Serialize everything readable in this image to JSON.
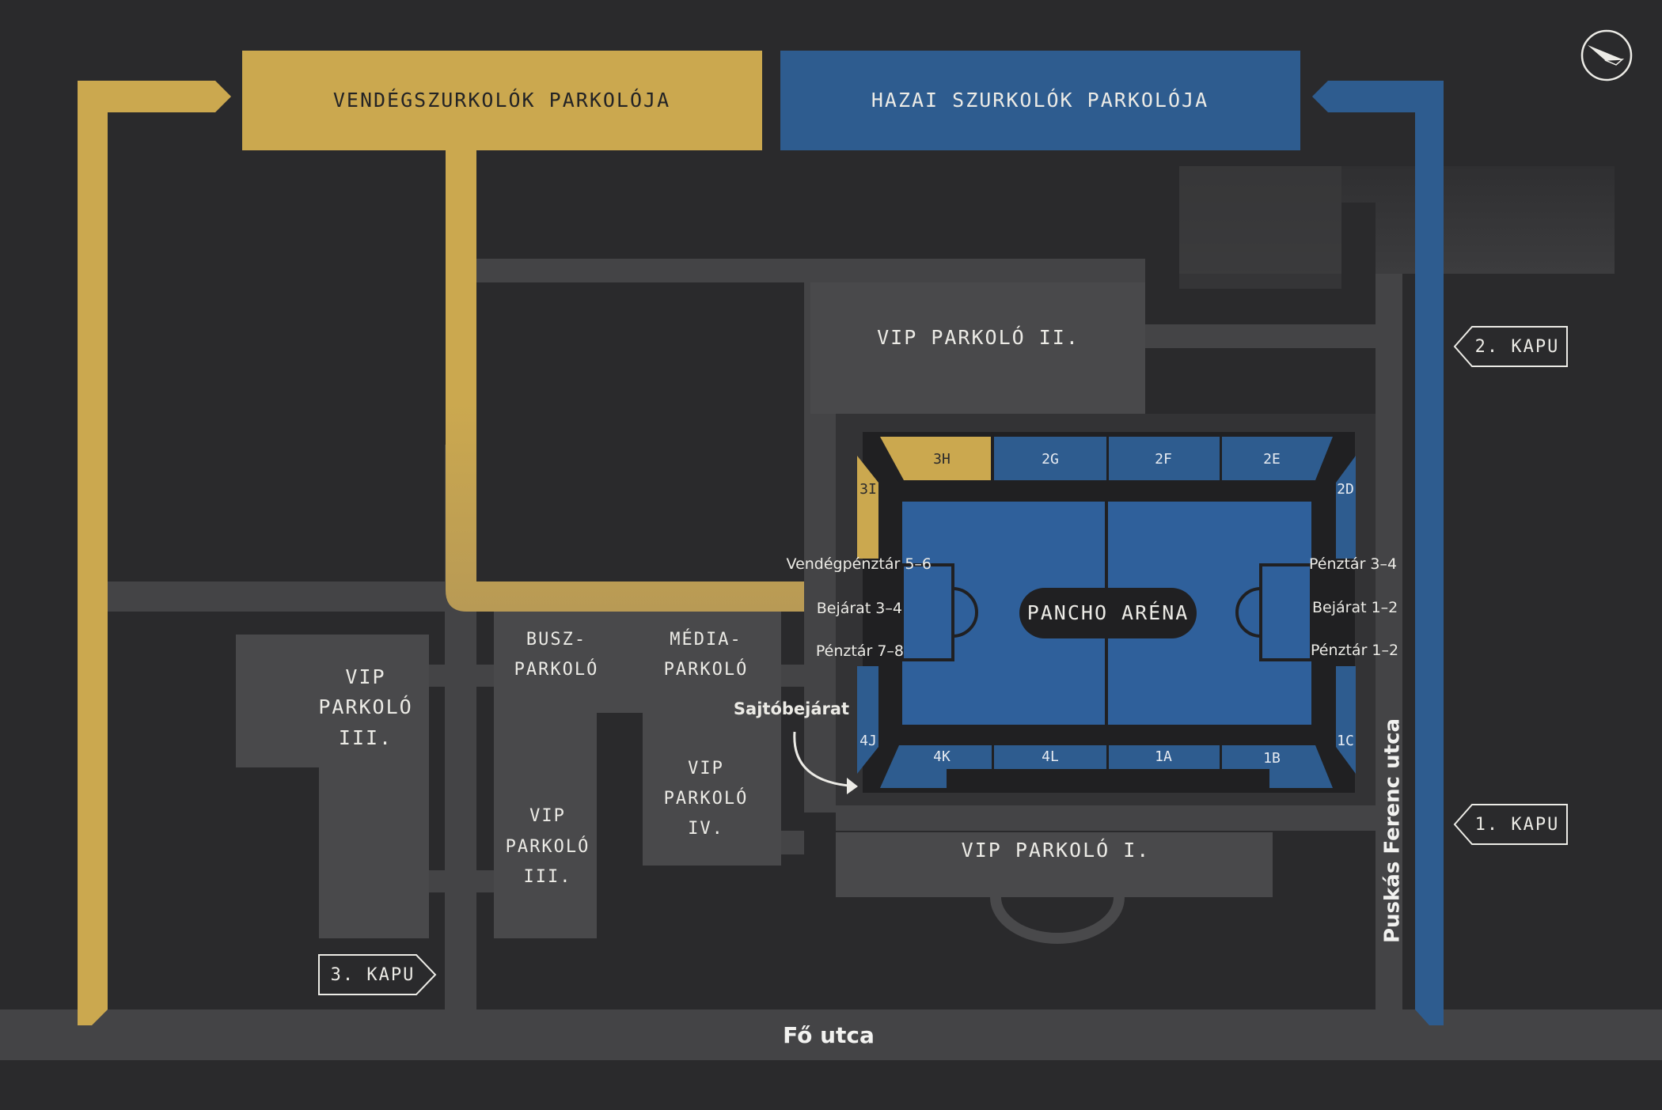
{
  "colors": {
    "background": "#2a2a2c",
    "road": "#444446",
    "lot": "#49494b",
    "away": "#cba84f",
    "home": "#2e5c8f",
    "pitch": "#2f609b",
    "text": "#ecebe6"
  },
  "icons": {
    "compass": "compass-icon",
    "arrow": "curved-arrow-icon"
  },
  "parking": {
    "away": "VENDÉGSZURKOLÓK PARKOLÓJA",
    "home": "HAZAI SZURKOLÓK PARKOLÓJA",
    "vip1": "VIP PARKOLÓ I.",
    "vip2": "VIP PARKOLÓ II.",
    "vip3_left": [
      "VIP",
      "PARKOLÓ",
      "III."
    ],
    "vip3_mid": [
      "VIP",
      "PARKOLÓ",
      "III."
    ],
    "vip4": [
      "VIP",
      "PARKOLÓ",
      "IV."
    ],
    "bus": [
      "BUSZ-",
      "PARKOLÓ"
    ],
    "media": [
      "MÉDIA-",
      "PARKOLÓ"
    ]
  },
  "gates": {
    "gate1": "1. KAPU",
    "gate2": "2. KAPU",
    "gate3": "3. KAPU"
  },
  "streets": {
    "main": "Fő utca",
    "side": "Puskás Ferenc utca"
  },
  "stadium": {
    "name": "PANCHO ARÉNA",
    "sectors_top": [
      "3H",
      "2G",
      "2F",
      "2E"
    ],
    "sectors_bottom": [
      "4K",
      "4L",
      "1A",
      "1B"
    ],
    "sectors_side": {
      "top_left": "3I",
      "top_right": "2D",
      "bottom_left": "4J",
      "bottom_right": "1C"
    }
  },
  "labels": {
    "left": [
      "Vendégpénztár 5–6",
      "Bejárat 3–4",
      "Pénztár 7–8"
    ],
    "right": [
      "Pénztár 3–4",
      "Bejárat 1–2",
      "Pénztár 1–2"
    ],
    "press": "Sajtóbejárat"
  }
}
